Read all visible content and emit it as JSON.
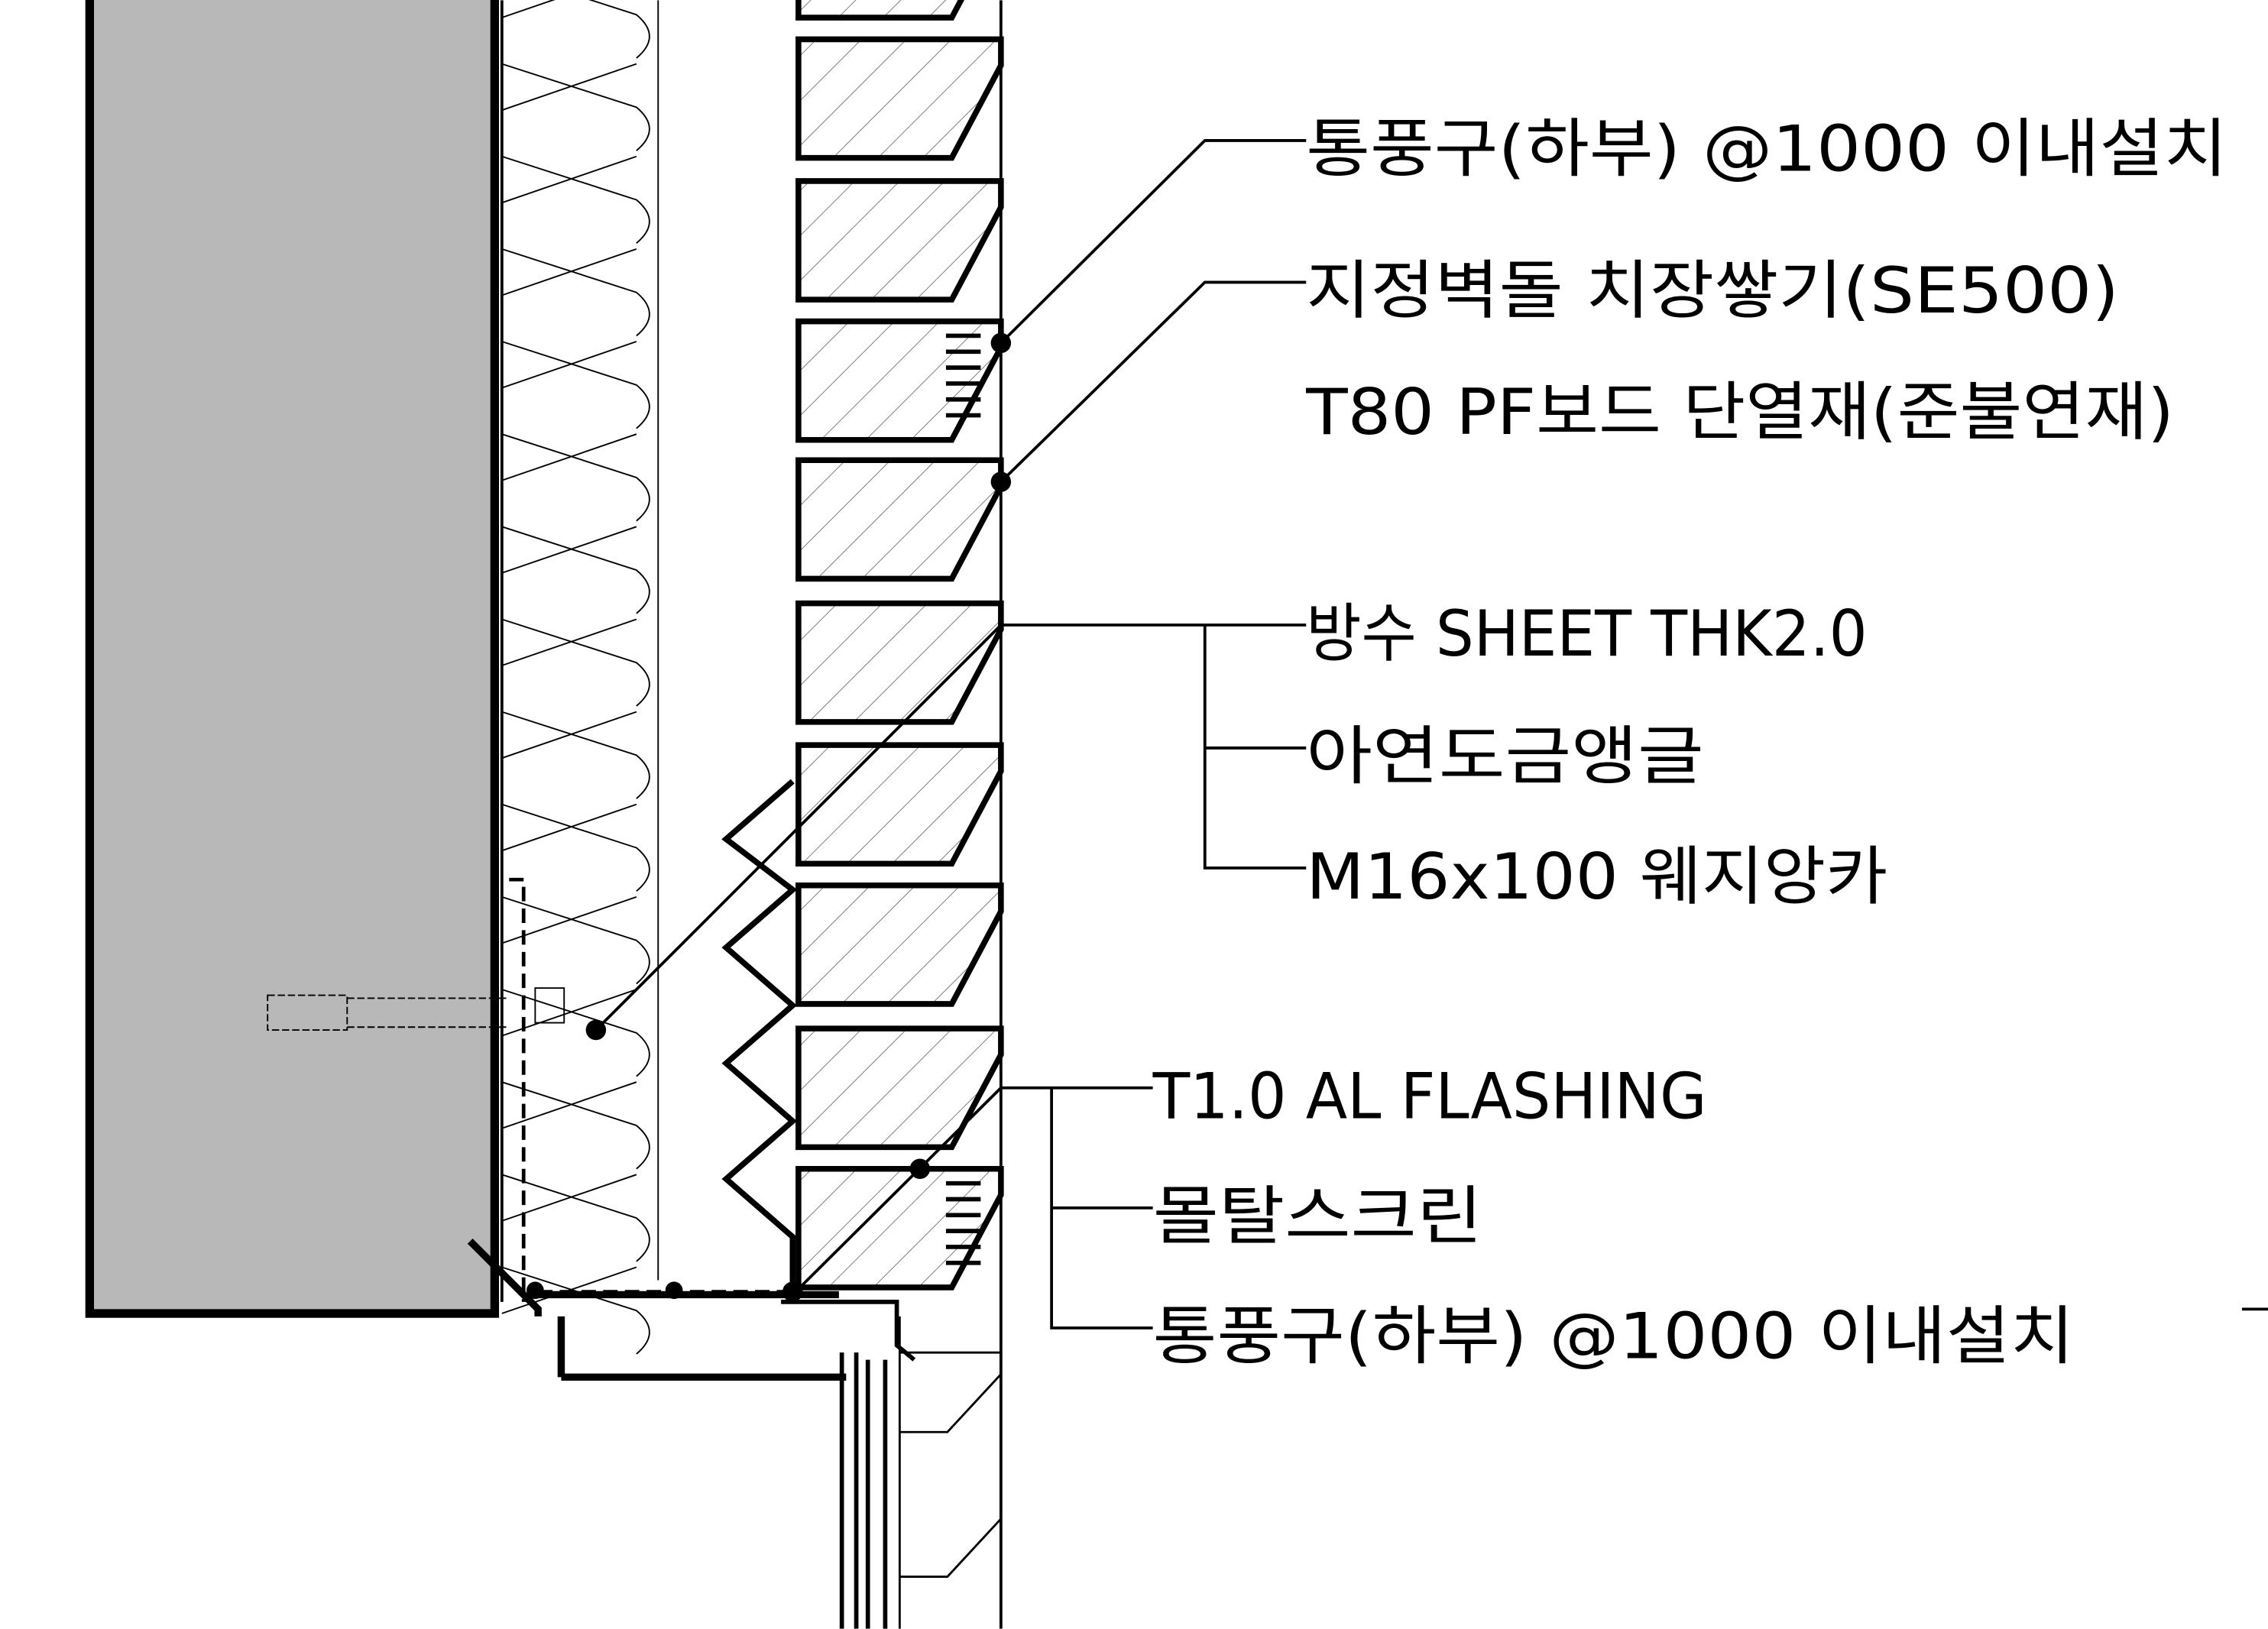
{
  "labels": {
    "vent_upper": "통풍구(하부) @1000 이내설치",
    "brick": "지정벽돌  치장쌓기(SE500)",
    "insulation": "T80 PF보드 단열재(준불연재)",
    "waterproof": "방수 SHEET THK2.0",
    "angle": "아연도금앵글",
    "anchor": "M16x100 웨지앙카",
    "flashing": "T1.0 AL FLASHING",
    "mortar_screen": "몰탈스크린",
    "vent_lower": "통풍구(하부) @1000 이내설치"
  },
  "colors": {
    "concrete": "#b8b8b8",
    "line": "#000000"
  }
}
